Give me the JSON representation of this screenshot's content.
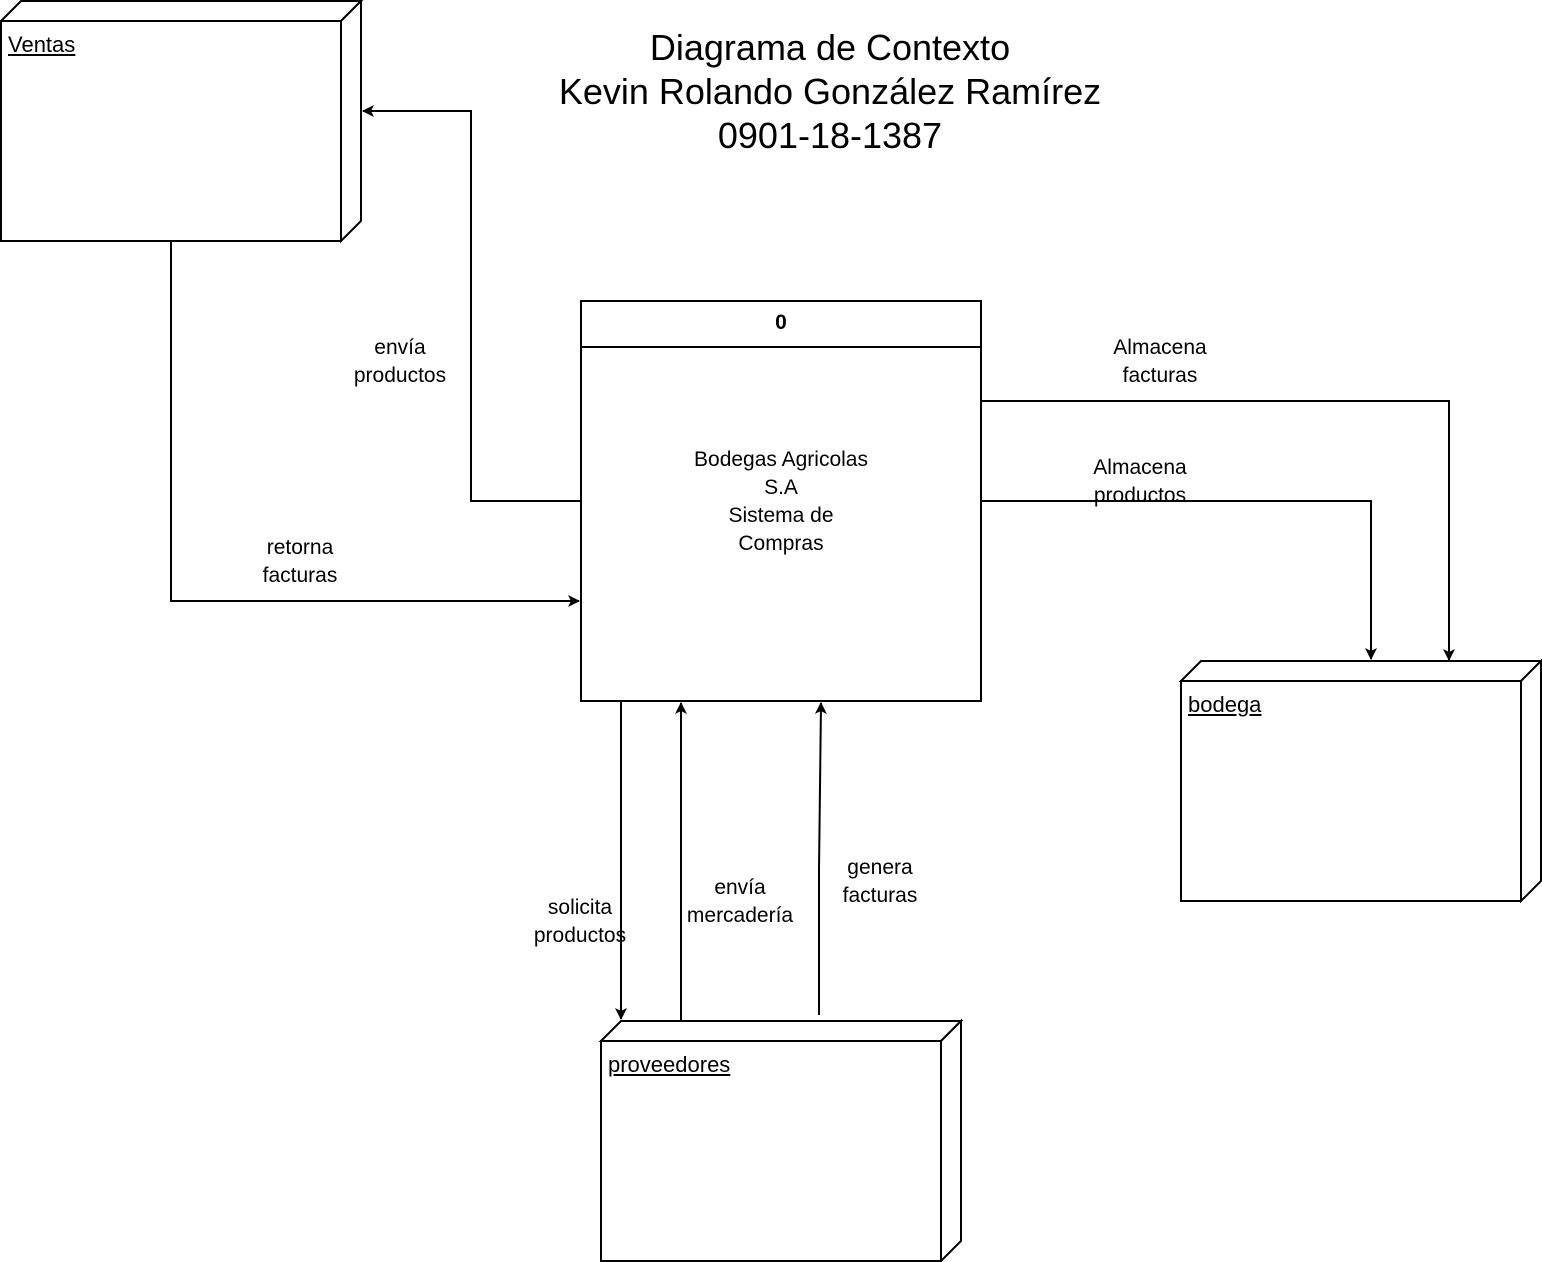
{
  "title": {
    "lines": [
      "Diagrama de Contexto",
      "Kevin Rolando González Ramírez",
      "0901-18-1387"
    ]
  },
  "process": {
    "id": "0",
    "description_lines": [
      "Bodegas Agricolas",
      "S.A",
      "Sistema de",
      "Compras"
    ]
  },
  "entities": {
    "ventas": "Ventas",
    "bodega": "bodega",
    "proveedores": "proveedores"
  },
  "flows": {
    "envia_productos": [
      "envía",
      "productos"
    ],
    "retorna_facturas": [
      "retorna",
      "facturas"
    ],
    "almacena_facturas": [
      "Almacena",
      "facturas"
    ],
    "almacena_productos": [
      "Almacena",
      "productos"
    ],
    "solicita_productos": [
      "solicita",
      "productos"
    ],
    "envia_mercaderia": [
      "envía",
      "mercadería"
    ],
    "genera_facturas": [
      "genera",
      "facturas"
    ]
  }
}
